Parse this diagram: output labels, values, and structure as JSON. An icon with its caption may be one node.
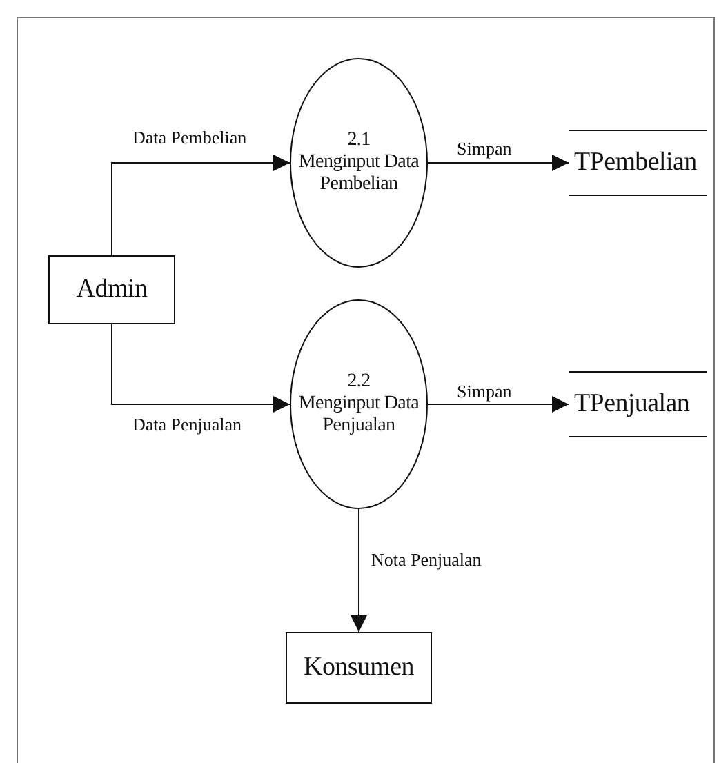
{
  "diagram": {
    "nodes": [
      {
        "text": [
          "Admin"
        ]
      },
      {
        "text": [
          "2.1",
          "Menginput Data Pembelian"
        ]
      },
      {
        "text": [
          "TPembelian"
        ]
      },
      {
        "text": [
          "2.2",
          "Menginput Data Penjualan"
        ]
      },
      {
        "text": [
          "TPenjualan"
        ]
      },
      {
        "text": [
          "Konsumen"
        ]
      }
    ],
    "edges": [
      {
        "from": 0,
        "to": 1,
        "arrow": "to",
        "label": "Data Pembelian"
      },
      {
        "from": 1,
        "to": 2,
        "arrow": "to",
        "label": "Simpan"
      },
      {
        "from": 0,
        "to": 3,
        "arrow": "to",
        "label": "Data Penjualan"
      },
      {
        "from": 3,
        "to": 4,
        "arrow": "to",
        "label": "Simpan"
      },
      {
        "from": 3,
        "to": 5,
        "arrow": "to",
        "label": "Nota Penjualan"
      }
    ]
  }
}
